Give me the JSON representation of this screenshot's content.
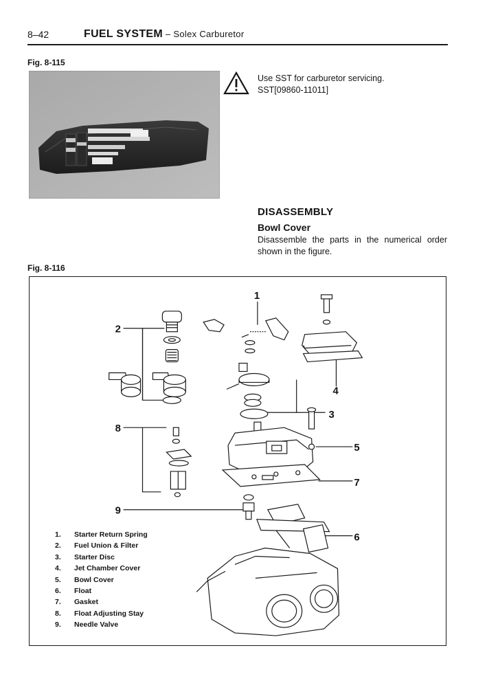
{
  "header": {
    "page_number": "8–42",
    "section_title": "FUEL SYSTEM",
    "section_subtitle": " – Solex Carburetor"
  },
  "figure_115": {
    "label": "Fig. 8-115"
  },
  "warning": {
    "line1": "Use SST for carburetor servicing.",
    "line2": "SST[09860-11011]"
  },
  "disassembly": {
    "heading": "DISASSEMBLY",
    "subheading": "Bowl Cover",
    "text": "Disassemble the parts in the numerical order shown in the figure."
  },
  "figure_116": {
    "label": "Fig. 8-116",
    "callouts": [
      "1",
      "2",
      "3",
      "4",
      "5",
      "6",
      "7",
      "8",
      "9"
    ],
    "legend": [
      {
        "num": "1.",
        "name": "Starter Return Spring"
      },
      {
        "num": "2.",
        "name": "Fuel Union & Filter"
      },
      {
        "num": "3.",
        "name": "Starter Disc"
      },
      {
        "num": "4.",
        "name": "Jet Chamber Cover"
      },
      {
        "num": "5.",
        "name": "Bowl Cover"
      },
      {
        "num": "6.",
        "name": "Float"
      },
      {
        "num": "7.",
        "name": "Gasket"
      },
      {
        "num": "8.",
        "name": "Float Adjusting Stay"
      },
      {
        "num": "9.",
        "name": "Needle Valve"
      }
    ]
  }
}
